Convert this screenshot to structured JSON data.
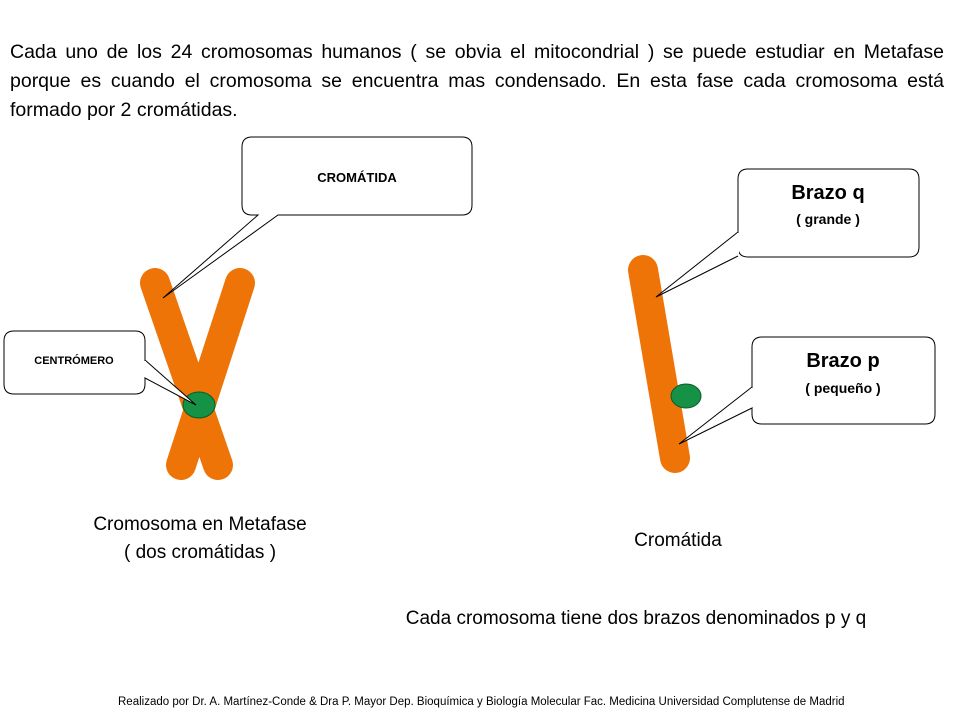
{
  "intro_text": "Cada uno de los 24 cromosomas humanos ( se obvia el mitocondrial ) se puede estudiar en Metafase porque es cuando el cromosoma se encuentra mas condensado. En esta fase cada cromosoma está formado por 2 cromátidas.",
  "callouts": {
    "cromatida": "CROMÁTIDA",
    "centromero": "CENTRÓMERO",
    "brazo_q_title": "Brazo q",
    "brazo_q_sub": "( grande )",
    "brazo_p_title": "Brazo p",
    "brazo_p_sub": "( pequeño )"
  },
  "captions": {
    "metaphase_line1": "Cromosoma en Metafase",
    "metaphase_line2": "( dos cromátidas )",
    "chromatid": "Cromátida",
    "arms": "Cada cromosoma tiene dos brazos denominados p y q"
  },
  "footer": "Realizado por Dr. A. Martínez-Conde & Dra P. Mayor Dep. Bioquímica y Biología Molecular Fac. Medicina Universidad Complutense de Madrid",
  "colors": {
    "chromosome": "#ef7407",
    "centromere": "#159245",
    "centromere_stroke": "#0b5a2a",
    "callout_border": "#000000"
  }
}
